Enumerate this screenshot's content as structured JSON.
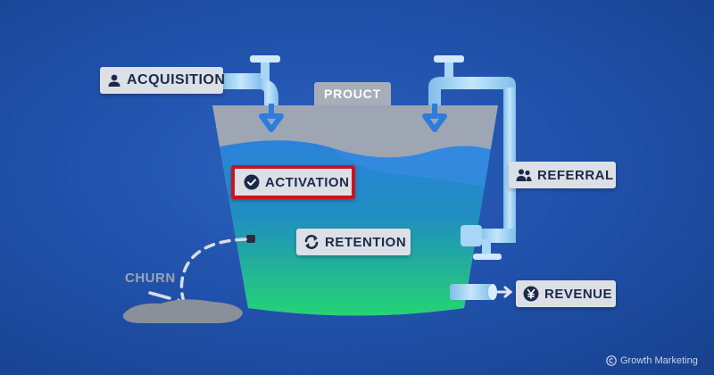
{
  "labels": {
    "acquisition": "ACQUISITION",
    "product": "PROUCT",
    "activation": "ACTIVATION",
    "retention": "RETENTION",
    "referral": "REFERRAL",
    "revenue": "REVENUE",
    "churn": "CHURN"
  },
  "footer": {
    "brand": "Growth Marketing"
  },
  "icons": {
    "acquisition": "user-icon",
    "activation": "check-circle-icon",
    "retention": "refresh-icon",
    "referral": "users-icon",
    "revenue": "yen-coin-icon",
    "brand": "copyright-icon"
  },
  "colors": {
    "background": "#2152ac",
    "highlight_border": "#c81420",
    "label_bg": "#dcdfe6",
    "water_top": "#2f86e6",
    "water_bottom": "#25d96a",
    "pipe": "#a7d6f7"
  }
}
